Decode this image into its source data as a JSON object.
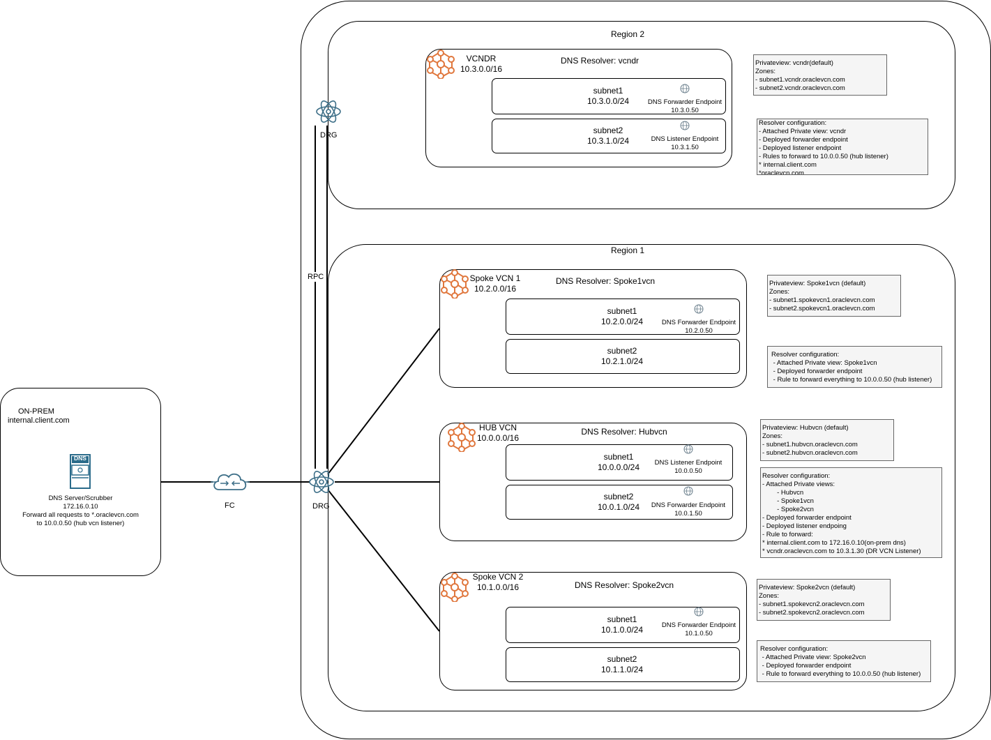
{
  "onprem": {
    "title": "ON-PREM",
    "domain": "internal.client.com",
    "dns_icon_label": "DNS",
    "server_name": "DNS Server/Scrubber",
    "server_ip": "172.16.0.10",
    "forward_line1": "Forward all requests to *.oraclevcn.com",
    "forward_line2": "to 10.0.0.50 (hub vcn listener)"
  },
  "fc_label": "FC",
  "drg_label": "DRG",
  "drg2_label": "DRG",
  "rpc_label": "RPC",
  "region2": {
    "title": "Region 2",
    "vcn": {
      "name": "VCNDR",
      "cidr": "10.3.0.0/16",
      "resolver": "DNS Resolver: vcndr",
      "subnets": [
        {
          "name": "subnet1",
          "cidr": "10.3.0.0/24",
          "endpoint": "DNS Forwarder Endpoint",
          "ip": "10.3.0.50"
        },
        {
          "name": "subnet2",
          "cidr": "10.3.1.0/24",
          "endpoint": "DNS Listener Endpoint",
          "ip": "10.3.1.50"
        }
      ]
    },
    "privateview_note": "Privateview: vcndr(default)\nZones:\n- subnet1.vcndr.oraclevcn.com\n- subnet2.vcndr.oraclevcn.com",
    "resolver_note": "Resolver configuration:\n- Attached Private view: vcndr\n- Deployed forwarder endpoint\n- Deployed listener endpoint\n- Rules to forward to 10.0.0.50 (hub listener)\n* internal.client.com\n*oraclevcn.com"
  },
  "region1": {
    "title": "Region 1",
    "spoke1": {
      "name": "Spoke VCN 1",
      "cidr": "10.2.0.0/16",
      "resolver": "DNS Resolver: Spoke1vcn",
      "subnets": [
        {
          "name": "subnet1",
          "cidr": "10.2.0.0/24",
          "endpoint": "DNS Forwarder Endpoint",
          "ip": "10.2.0.50"
        },
        {
          "name": "subnet2",
          "cidr": "10.2.1.0/24"
        }
      ],
      "privateview_note": "Privateview: Spoke1vcn (default)\nZones:\n- subnet1.spokevcn1.oraclevcn.com\n- subnet2.spokevcn1.oraclevcn.com",
      "resolver_note": "Resolver configuration:\n - Attached Private view: Spoke1vcn\n - Deployed forwarder endpoint\n - Rule to forward everything to 10.0.0.50 (hub listener)"
    },
    "hub": {
      "name": "HUB VCN",
      "cidr": "10.0.0.0/16",
      "resolver": "DNS Resolver: Hubvcn",
      "subnets": [
        {
          "name": "subnet1",
          "cidr": "10.0.0.0/24",
          "endpoint": "DNS Listener Endpoint",
          "ip": "10.0.0.50"
        },
        {
          "name": "subnet2",
          "cidr": "10.0.1.0/24",
          "endpoint": "DNS Forwarder Endpoint",
          "ip": "10.0.1.50"
        }
      ],
      "privateview_note": "Privateview: Hubvcn (default)\nZones:\n- subnet1.hubvcn.oraclevcn.com\n- subnet2.hubvcn.oraclevcn.com",
      "resolver_note": "Resolver configuration:\n- Attached Private views:\n        - Hubvcn\n        - Spoke1vcn\n        - Spoke2vcn\n- Deployed forwarder endpoint\n- Deployed listener endpoing\n- Rule to forward:\n* internal.client.com to 172.16.0.10(on-prem dns)\n* vcndr.oraclevcn.com to 10.3.1.30 (DR VCN Listener)"
    },
    "spoke2": {
      "name": "Spoke VCN 2",
      "cidr": "10.1.0.0/16",
      "resolver": "DNS Resolver: Spoke2vcn",
      "subnets": [
        {
          "name": "subnet1",
          "cidr": "10.1.0.0/24",
          "endpoint": "DNS Forwarder Endpoint",
          "ip": "10.1.0.50"
        },
        {
          "name": "subnet2",
          "cidr": "10.1.1.0/24"
        }
      ],
      "privateview_note": "Privateview: Spoke2vcn (default)\nZones:\n- subnet1.spokevcn2.oraclevcn.com\n- subnet2.spokevcn2.oraclevcn.com",
      "resolver_note": "Resolver configuration:\n - Attached Private view: Spoke2vcn\n - Deployed forwarder endpoint\n - Rule to forward everything to 10.0.0.50 (hub listener)"
    }
  },
  "colors": {
    "vcn_icon": "#e0773d",
    "drg_icon": "#3c6e87",
    "fc_icon": "#3c6e87",
    "dns_server": "#2a6b8a",
    "endpoint_icon": "#6b7f8c",
    "note_bg": "#f5f5f5"
  }
}
